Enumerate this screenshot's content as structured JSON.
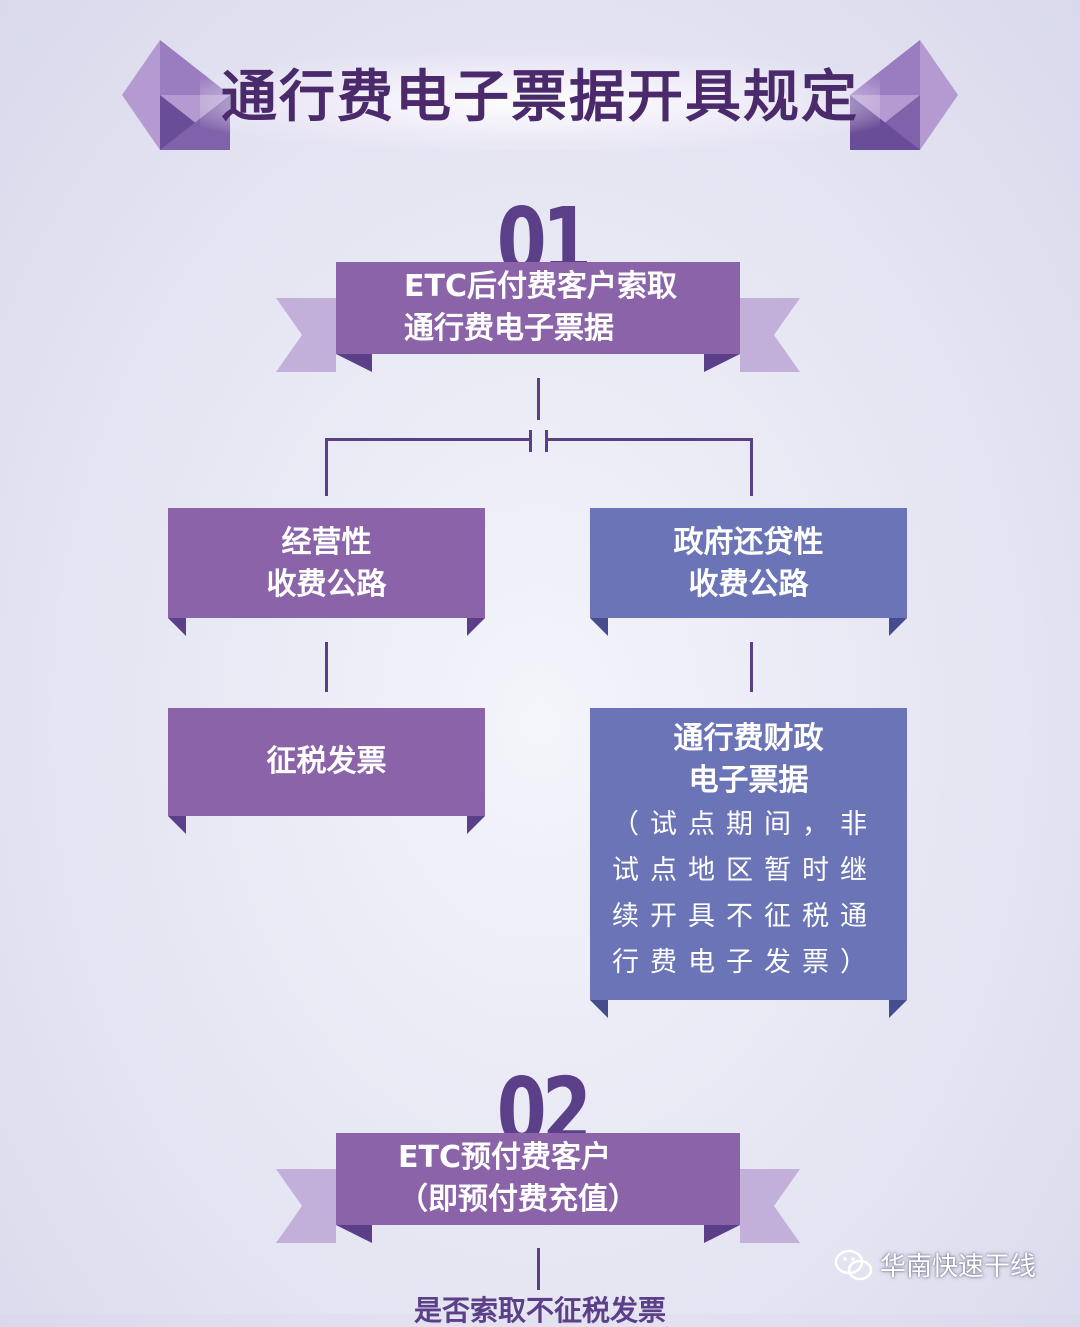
{
  "title": "通行费电子票据开具规定",
  "section1": {
    "number": "01",
    "heading": [
      "ETC后付费客户索取",
      "通行费电子票据"
    ],
    "left_box": [
      "经营性",
      "收费公路"
    ],
    "left_result": "征税发票",
    "right_box": [
      "政府还贷性",
      "收费公路"
    ],
    "right_result": [
      "通行费财政",
      "电子票据"
    ],
    "right_note": [
      "（试点期间，非",
      "试点地区暂时继",
      "续开具不征税通",
      "行费电子发票）"
    ]
  },
  "section2": {
    "number": "02",
    "heading": [
      "ETC预付费客户",
      "（即预付费充值）"
    ],
    "next_text": "是否索取不征税发票"
  },
  "watermark": "华南快速干线",
  "colors": {
    "purple": "#8a63a9",
    "blue": "#6b74b6",
    "dark": "#5b3f88",
    "title": "#4a2a6a"
  }
}
